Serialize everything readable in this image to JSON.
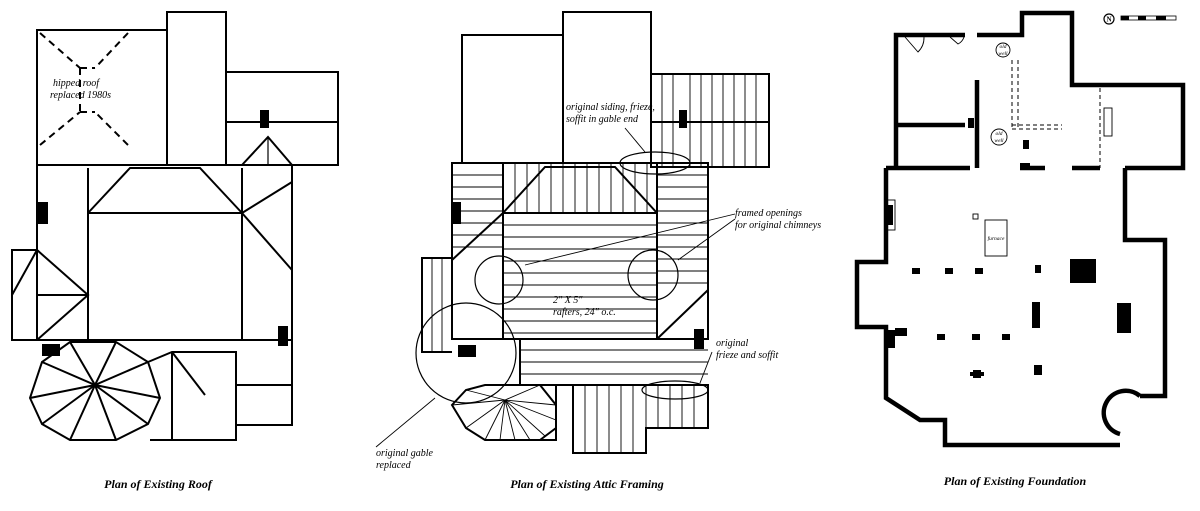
{
  "roof_plan": {
    "title": "Plan of Existing Roof",
    "note_line1": "hipped roof",
    "note_line2": "replaced 1980s"
  },
  "attic_plan": {
    "title": "Plan of Existing Attic Framing",
    "note_siding_line1": "original siding, frieze,",
    "note_siding_line2": "soffit in gable end",
    "note_openings_line1": "framed openings",
    "note_openings_line2": "for original chimneys",
    "note_rafters_line1": "2\" X 5\"",
    "note_rafters_line2": "rafters, 24\" o.c.",
    "note_frieze_line1": "original",
    "note_frieze_line2": "frieze and soffit",
    "note_gable_line1": "original gable",
    "note_gable_line2": "replaced"
  },
  "foundation_plan": {
    "title": "Plan of Existing Foundation",
    "label_old_well_1_line1": "old",
    "label_old_well_1_line2": "well",
    "label_old_well_2_line1": "old",
    "label_old_well_2_line2": "well",
    "label_furnace": "furnace",
    "north_arrow_letter": "N"
  }
}
